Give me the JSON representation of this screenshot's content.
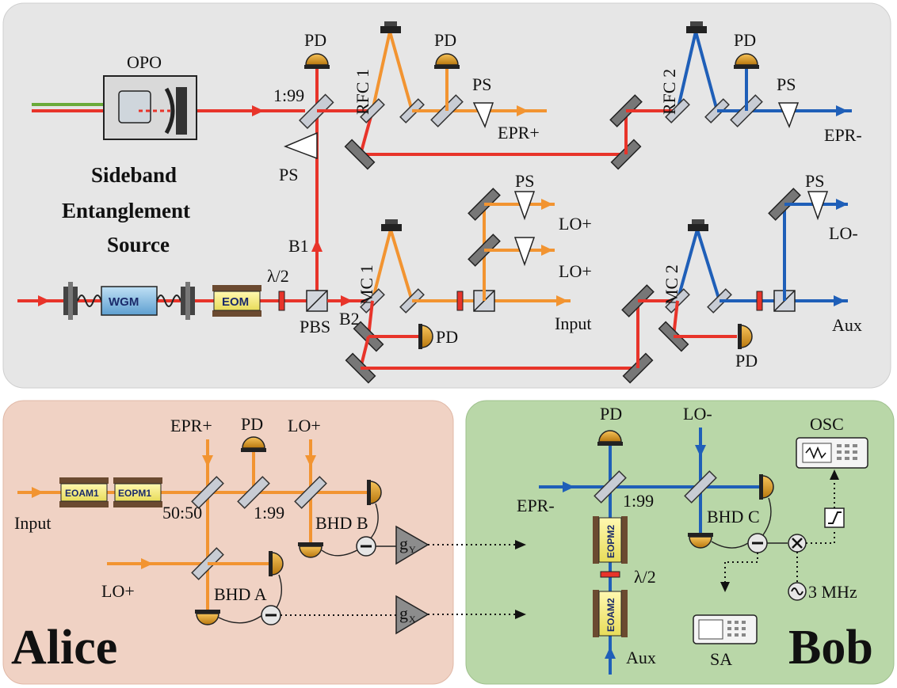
{
  "top": {
    "opo": "OPO",
    "source_line1": "Sideband",
    "source_line2": "Entanglement",
    "source_line3": "Source",
    "pd": "PD",
    "ps": "PS",
    "ratio_1_99": "1:99",
    "rfc1": "RFC 1",
    "rfc2": "RFC 2",
    "epr_plus": "EPR+",
    "epr_minus": "EPR-",
    "b1": "B1",
    "b2": "B2",
    "pbs": "PBS",
    "half_wave": "λ/2",
    "wgm": "WGM",
    "eom": "EOM",
    "mc1": "MC 1",
    "mc2": "MC 2",
    "lo_plus": "LO+",
    "lo_minus": "LO-",
    "input": "Input",
    "aux": "Aux"
  },
  "alice": {
    "title": "Alice",
    "epr_plus": "EPR+",
    "pd": "PD",
    "lo_plus_top": "LO+",
    "lo_plus_left": "LO+",
    "input": "Input",
    "eoam": "EOAM1",
    "eopm": "EOPM1",
    "ratio_50_50": "50:50",
    "ratio_1_99": "1:99",
    "bhd_a": "BHD A",
    "bhd_b": "BHD B",
    "gain_y": "g",
    "gain_y_sub": "Y",
    "gain_x": "g",
    "gain_x_sub": "X"
  },
  "bob": {
    "title": "Bob",
    "pd": "PD",
    "lo_minus": "LO-",
    "epr_minus": "EPR-",
    "ratio_1_99": "1:99",
    "eopm": "EOPM2",
    "eoam": "EOAM2",
    "half_wave": "λ/2",
    "aux": "Aux",
    "bhd_c": "BHD C",
    "osc": "OSC",
    "sa": "SA",
    "freq": "3 MHz"
  },
  "colors": {
    "red_beam": "#e8342a",
    "orange_beam": "#f29431",
    "blue_beam": "#1f5fb8",
    "top_panel": "#e6e6e6",
    "alice_panel": "#f0d2c4",
    "bob_panel": "#b9d7a8"
  }
}
